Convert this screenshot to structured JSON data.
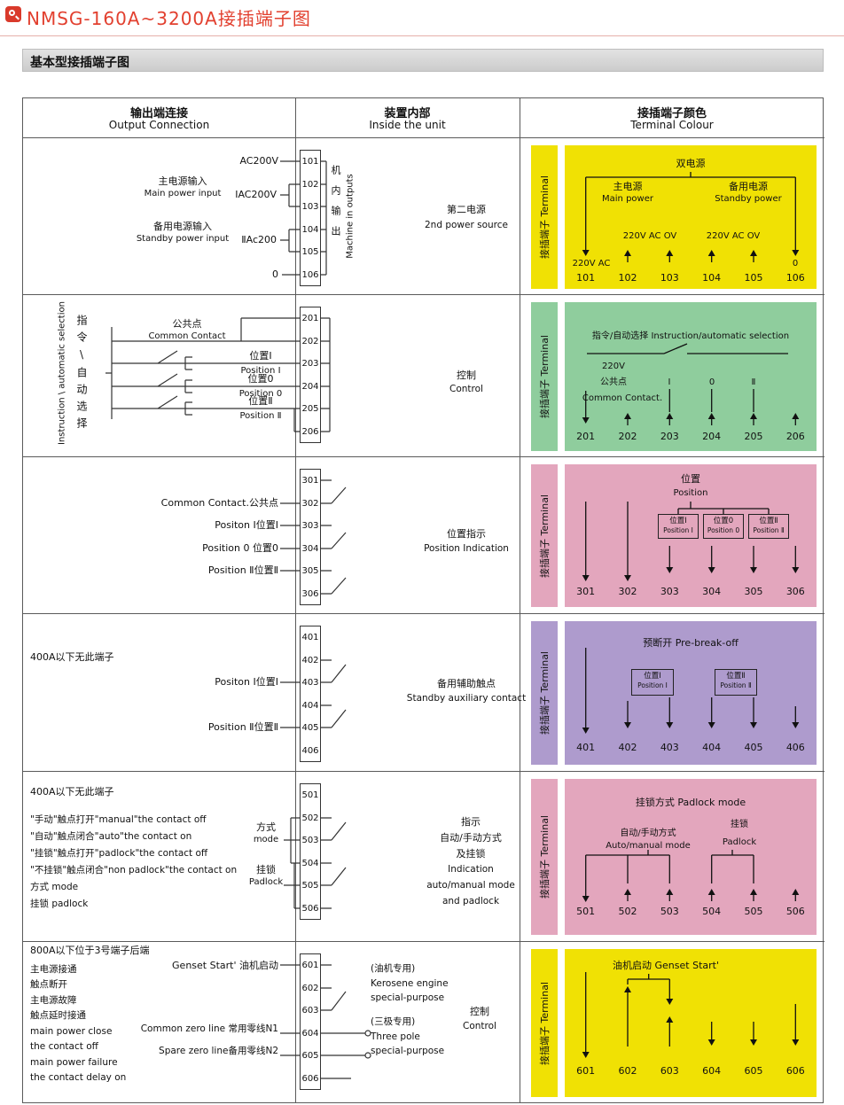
{
  "page": {
    "title": "NMSG-160A~3200A接插端子图",
    "section_title": "基本型接插端子图"
  },
  "header": {
    "col1_zh": "输出端连接",
    "col1_en": "Output Connection",
    "col2_zh": "装置内部",
    "col2_en": "Inside the unit",
    "col3_zh": "接插端子颜色",
    "col3_en": "Terminal Colour"
  },
  "strip_label": "接插端子 Terminal",
  "row1": {
    "terminals": [
      "101",
      "102",
      "103",
      "104",
      "105",
      "106"
    ],
    "left": {
      "l101": "AC200V",
      "main_zh": "主电源输入",
      "main_en": "Main power input",
      "main_val": "ⅠAC200V",
      "sb_zh": "备用电源输入",
      "sb_en": "Standby power input",
      "sb_val": "ⅡAc200",
      "l106": "0"
    },
    "middle": {
      "v_zh": "机内输出",
      "v_en": "Machine in outputs",
      "d_zh": "第二电源",
      "d_en": "2nd power source"
    },
    "block": {
      "color": "#F0E104",
      "title": "双电源",
      "m_zh": "主电源",
      "m_en": "Main power",
      "s_zh": "备用电源",
      "s_en": "Standby power",
      "v1": "220V AC OV",
      "v2": "220V AC OV",
      "bl": "220V AC",
      "br": "0"
    }
  },
  "row2": {
    "terminals": [
      "201",
      "202",
      "203",
      "204",
      "205",
      "206"
    ],
    "left": {
      "v_en": "Instruction \\ automatic selection",
      "v_zh": "指令\\自动选择",
      "c_zh": "公共点",
      "c_en": "Common Contact",
      "p1_zh": "位置Ⅰ",
      "p1_en": "Position Ⅰ",
      "p0_zh": "位置0",
      "p0_en": "Position 0",
      "p2_zh": "位置Ⅱ",
      "p2_en": "Position Ⅱ"
    },
    "middle": {
      "d_zh": "控制",
      "d_en": "Control"
    },
    "block": {
      "color": "#8FCD9D",
      "title": "指令/自动选择 Instruction/automatic selection",
      "v": "220V",
      "c_zh": "公共点",
      "c_en": "Common Contact.",
      "s1": "Ⅰ",
      "s0": "0",
      "s2": "Ⅱ"
    }
  },
  "row3": {
    "terminals": [
      "301",
      "302",
      "303",
      "304",
      "305",
      "306"
    ],
    "left": {
      "l1": "Common Contact.公共点",
      "l2": "Positon Ⅰ位置Ⅰ",
      "l3": "Position 0 位置0",
      "l4": "Position Ⅱ位置Ⅱ"
    },
    "middle": {
      "d_zh": "位置指示",
      "d_en": "Position Indication"
    },
    "block": {
      "color": "#E3A6BD",
      "t_zh": "位置",
      "t_en": "Position",
      "b1_zh": "位置Ⅰ",
      "b1_en": "Position Ⅰ",
      "b2_zh": "位置0",
      "b2_en": "Position 0",
      "b3_zh": "位置Ⅱ",
      "b3_en": "Position Ⅱ"
    }
  },
  "row4": {
    "terminals": [
      "401",
      "402",
      "403",
      "404",
      "405",
      "406"
    ],
    "left": {
      "note": "400A以下无此端子",
      "l1": "Positon Ⅰ位置Ⅰ",
      "l2": "Position Ⅱ位置Ⅱ"
    },
    "middle": {
      "d_zh": "备用辅助触点",
      "d_en": "Standby auxiliary contact"
    },
    "block": {
      "color": "#AE9BCD",
      "title": "预断开 Pre-break-off",
      "b1_zh": "位置Ⅰ",
      "b1_en": "Position Ⅰ",
      "b2_zh": "位置Ⅱ",
      "b2_en": "Position Ⅱ"
    }
  },
  "row5": {
    "terminals": [
      "501",
      "502",
      "503",
      "504",
      "505",
      "506"
    ],
    "left": {
      "note": "400A以下无此端子",
      "d1": "\"手动\"触点打开\"manual\"the contact off",
      "d2": "\"自动\"触点闭合\"auto\"the contact on",
      "d3": "\"挂锁\"触点打开\"padlock\"the contact off",
      "d4": "\"不挂锁\"触点闭合\"non padlock\"the contact on",
      "d5": "方式 mode",
      "d6": "挂锁 padlock",
      "mode_zh": "方式",
      "mode_en": "mode",
      "lock_zh": "挂锁",
      "lock_en": "Padlock"
    },
    "middle": {
      "i1": "指示",
      "i2": "自动/手动方式",
      "i3": "及挂锁",
      "i4": "Indication",
      "i5": "auto/manual mode",
      "i6": "and padlock"
    },
    "block": {
      "color": "#E3A6BD",
      "title": "挂锁方式  Padlock mode",
      "m_zh": "自动/手动方式",
      "m_en": "Auto/manual mode",
      "l_zh": "挂锁",
      "l_en": "Padlock"
    }
  },
  "row6": {
    "terminals": [
      "601",
      "602",
      "603",
      "604",
      "605",
      "606"
    ],
    "left": {
      "note": "800A以下位于3号端子后端",
      "d1": "主电源接通",
      "d2": "触点断开",
      "d3": "主电源故障",
      "d4": "触点延时接通",
      "d5": "main power close",
      "d6": "the contact off",
      "d7": "main power failure",
      "d8": "the contact delay on",
      "l1": "Genset Start' 油机启动",
      "l2": "Common zero line 常用零线N1",
      "l3": "Spare zero line备用零线N2"
    },
    "middle": {
      "k1": "(油机专用)",
      "k2": "Kerosene engine",
      "k3": "special-purpose",
      "t1": "(三极专用)",
      "t2": "Three pole",
      "t3": "special-purpose",
      "d_zh": "控制",
      "d_en": "Control"
    },
    "block": {
      "color": "#F0E104",
      "title": "油机启动  Genset Start'"
    }
  }
}
